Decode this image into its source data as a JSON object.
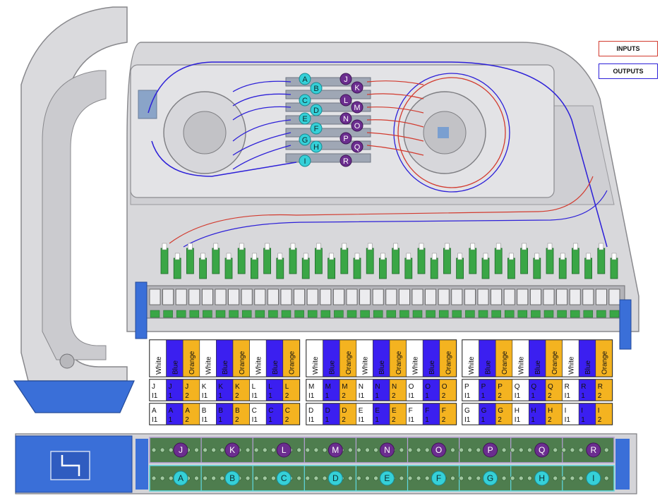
{
  "legend": {
    "inputs_label": "INPUTS",
    "outputs_label": "OUTPUTS",
    "inputs_color": "#d23b2f",
    "outputs_color": "#2c1fd8"
  },
  "colors": {
    "blue_cell": "#3b1ff0",
    "orange_cell": "#f4b320",
    "white_cell": "#ffffff",
    "purple_marker": "#6b2d8f",
    "cyan_marker": "#35d0d8",
    "body_gray": "#c9c9cc",
    "connector_green": "#3aa646",
    "blue_plastic": "#3a6fd8"
  },
  "tray_top_markers": {
    "cyan": [
      "A",
      "B",
      "C",
      "D",
      "E",
      "F",
      "G",
      "H",
      "I"
    ],
    "purple": [
      "J",
      "K",
      "L",
      "M",
      "N",
      "O",
      "P",
      "Q",
      "R"
    ]
  },
  "table": {
    "groups": [
      {
        "color_row": [
          "White",
          "Blue",
          "Orange",
          "White",
          "Blue",
          "Orange",
          "White",
          "Blue",
          "Orange"
        ],
        "upper_row": [
          [
            "J",
            "I1"
          ],
          [
            "J",
            "1"
          ],
          [
            "J",
            "2"
          ],
          [
            "K",
            "I1"
          ],
          [
            "K",
            "1"
          ],
          [
            "K",
            "2"
          ],
          [
            "L",
            "I1"
          ],
          [
            "L",
            "1"
          ],
          [
            "L",
            "2"
          ]
        ],
        "lower_row": [
          [
            "A",
            "I1"
          ],
          [
            "A",
            "1"
          ],
          [
            "A",
            "2"
          ],
          [
            "B",
            "I1"
          ],
          [
            "B",
            "1"
          ],
          [
            "B",
            "2"
          ],
          [
            "C",
            "I1"
          ],
          [
            "C",
            "1"
          ],
          [
            "C",
            "2"
          ]
        ]
      },
      {
        "color_row": [
          "White",
          "Blue",
          "Orange",
          "White",
          "Blue",
          "Orange",
          "White",
          "Blue",
          "Orange"
        ],
        "upper_row": [
          [
            "M",
            "I1"
          ],
          [
            "M",
            "1"
          ],
          [
            "M",
            "2"
          ],
          [
            "N",
            "I1"
          ],
          [
            "N",
            "1"
          ],
          [
            "N",
            "2"
          ],
          [
            "O",
            "I1"
          ],
          [
            "O",
            "1"
          ],
          [
            "O",
            "2"
          ]
        ],
        "lower_row": [
          [
            "D",
            "I1"
          ],
          [
            "D",
            "1"
          ],
          [
            "D",
            "2"
          ],
          [
            "E",
            "I1"
          ],
          [
            "E",
            "1"
          ],
          [
            "E",
            "2"
          ],
          [
            "F",
            "I1"
          ],
          [
            "F",
            "1"
          ],
          [
            "F",
            "2"
          ]
        ]
      },
      {
        "color_row": [
          "White",
          "Blue",
          "Orange",
          "White",
          "Blue",
          "Orange",
          "White",
          "Blue",
          "Orange"
        ],
        "upper_row": [
          [
            "P",
            "I1"
          ],
          [
            "P",
            "1"
          ],
          [
            "P",
            "2"
          ],
          [
            "Q",
            "I1"
          ],
          [
            "Q",
            "1"
          ],
          [
            "Q",
            "2"
          ],
          [
            "R",
            "I1"
          ],
          [
            "R",
            "1"
          ],
          [
            "R",
            "2"
          ]
        ],
        "lower_row": [
          [
            "G",
            "I1"
          ],
          [
            "G",
            "1"
          ],
          [
            "G",
            "2"
          ],
          [
            "H",
            "I1"
          ],
          [
            "H",
            "1"
          ],
          [
            "H",
            "2"
          ],
          [
            "I",
            "I1"
          ],
          [
            "I",
            "1"
          ],
          [
            "I",
            "2"
          ]
        ]
      }
    ]
  },
  "bottom_strip": {
    "upper_markers": [
      "J",
      "K",
      "L",
      "M",
      "N",
      "O",
      "P",
      "Q",
      "R"
    ],
    "lower_markers": [
      "A",
      "B",
      "C",
      "D",
      "E",
      "F",
      "G",
      "H",
      "I"
    ]
  }
}
